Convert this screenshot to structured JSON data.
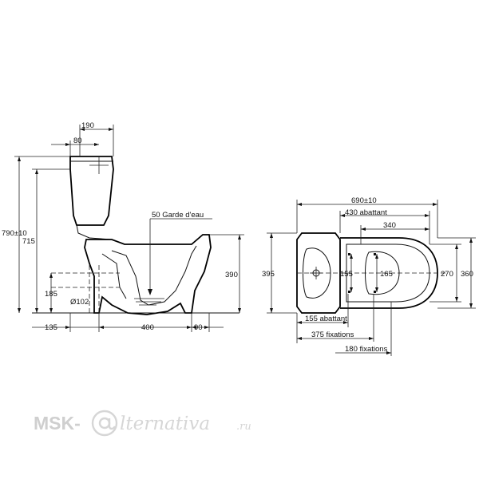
{
  "side_view": {
    "width_top": "190",
    "inlet_offset": "80",
    "total_height": "790±10",
    "seat_height_total": "715",
    "water_seal": "50 Garde d'eau",
    "bowl_height": "390",
    "outlet_height": "185",
    "outlet_diameter": "Ø102",
    "rear_offset": "135",
    "bowl_length": "400",
    "front_offset": "90"
  },
  "top_view": {
    "total_length": "690±10",
    "seat_length": "430 abattant",
    "bowl_width_inner": "340",
    "depth_left": "395",
    "depth_fix": "155",
    "seat_width": "165",
    "width_270": "270",
    "width_360": "360",
    "fix_155": "155 abattant",
    "fix_375": "375 fixations",
    "fix_180": "180 fixations"
  },
  "watermark": {
    "brand_left": "MSK-",
    "brand_script": "lternativa",
    "brand_tld": ".ru"
  }
}
